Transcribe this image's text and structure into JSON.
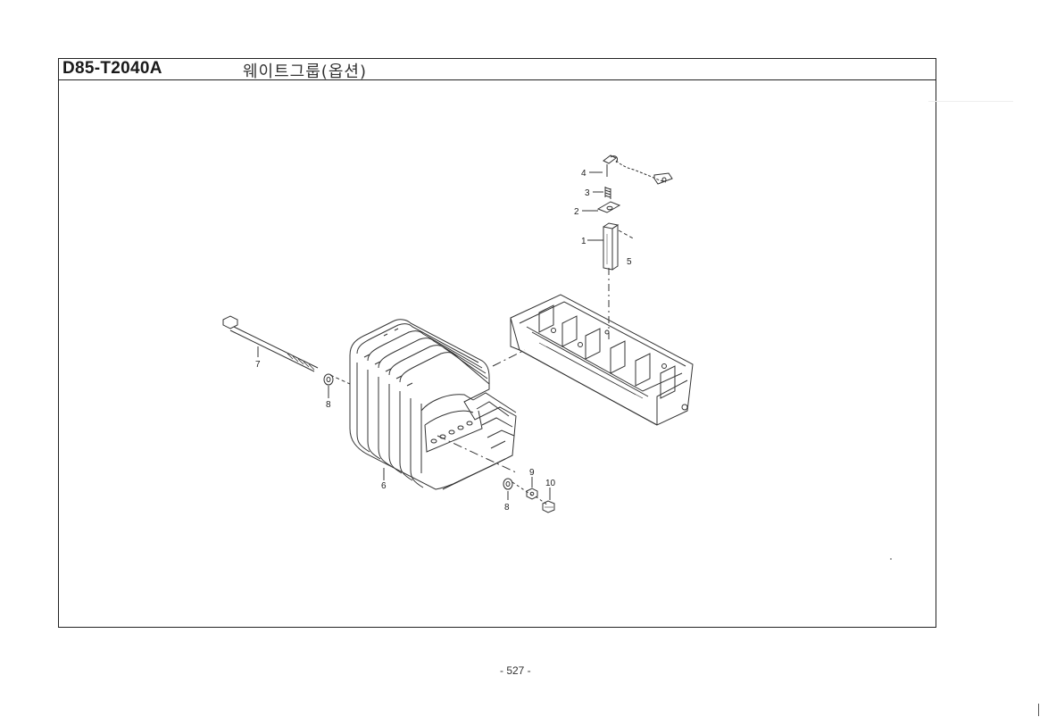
{
  "header": {
    "code": "D85-T2040A",
    "title": "웨이트그룹(옵션)"
  },
  "callouts": [
    "1",
    "2",
    "3",
    "4",
    "5",
    "6",
    "7",
    "8",
    "8",
    "9",
    "10"
  ],
  "page_number": "- 527 -"
}
